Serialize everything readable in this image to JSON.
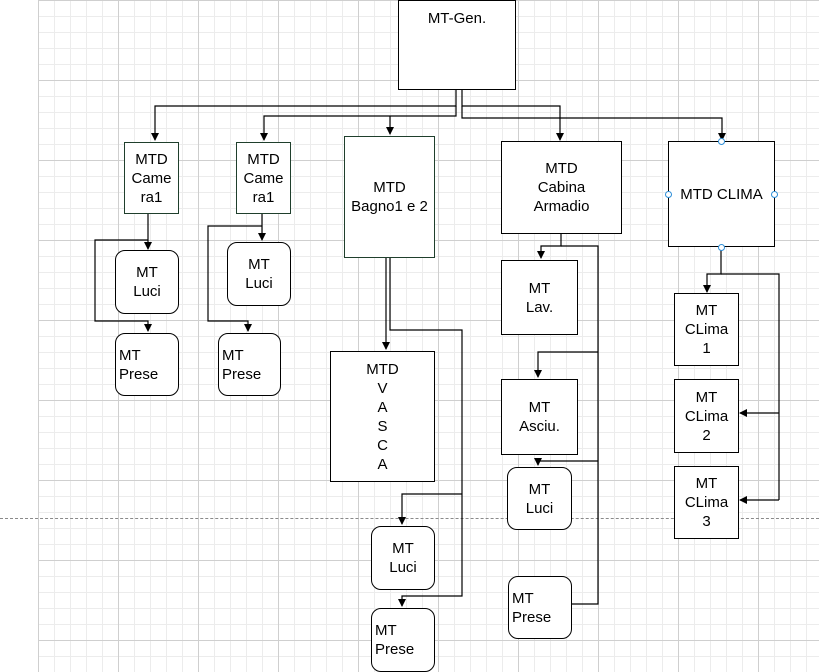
{
  "nodes": {
    "gen": "MT-Gen.",
    "camera1a": "MTD\nCame\nra1",
    "camera1b": "MTD\nCame\nra1",
    "bagno": "MTD\nBagno1 e 2",
    "cabina": "MTD\nCabina\nArmadio",
    "clima": "MTD CLIMA",
    "luci_c1a": "MT\nLuci",
    "prese_c1a": "MT\nPrese",
    "luci_c1b": "MT\nLuci",
    "prese_c1b": "MT\nPrese",
    "vasca": "MTD\nV\nA\nS\nC\nA",
    "luci_bagno": "MT\nLuci",
    "prese_bagno": "MT\nPrese",
    "lav": "MT\nLav.",
    "asciu": "MT\nAsciu.",
    "luci_cab": "MT\nLuci",
    "prese_cab": "MT\nPrese",
    "clima1": "MT\nCLima\n1",
    "clima2": "MT\nCLima\n2",
    "clima3": "MT\nCLima\n3"
  },
  "colors": {
    "selection_handle": "#2f8fd8",
    "green_border": "#1f3f2c"
  }
}
